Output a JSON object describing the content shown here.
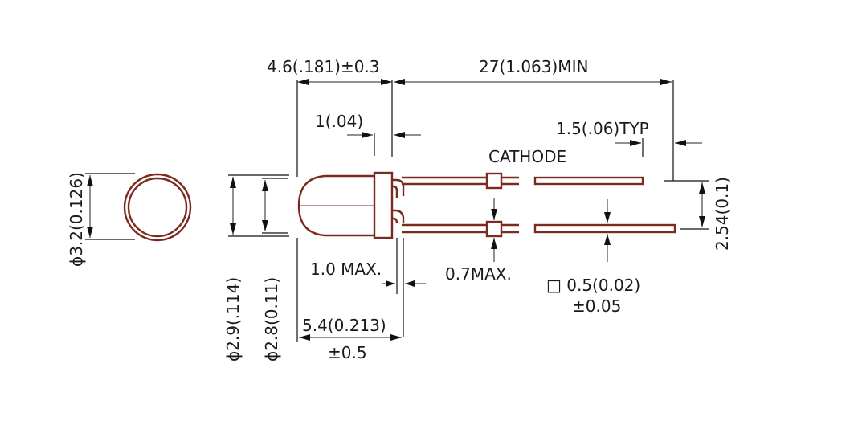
{
  "labels": {
    "body_length": "4.6(.181)±0.3",
    "lead_length": "27(1.063)MIN",
    "flange": "1(.04)",
    "lead_end": "1.5(.06)TYP",
    "cathode": "CATHODE",
    "dia_flange": "ϕ3.2(0.126)",
    "lead_spacing": "2.54(0.1)",
    "flange_max": "1.0 MAX.",
    "kink_max": "0.7MAX.",
    "lead_sq_1": "□ 0.5(0.02)",
    "lead_sq_2": "±0.05",
    "overall_1": "5.4(0.213)",
    "overall_2": "±0.5",
    "dia_body_1": "ϕ2.9(.114)",
    "dia_body_2": "ϕ2.8(0.11)"
  },
  "colors": {
    "part_outline": "#7a2a1e",
    "dimension_lines": "#222222",
    "text": "#1a1a1a"
  }
}
